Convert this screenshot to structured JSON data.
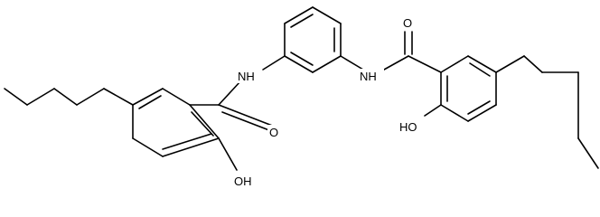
{
  "molecule": {
    "atom_labels": {
      "o_left_carbonyl": "O",
      "nh_left": "NH",
      "oh_left": "OH",
      "o_right_carbonyl": "O",
      "nh_right": "NH",
      "oh_right": "HO"
    },
    "colors": {
      "bond": "#000000",
      "label": "#000000",
      "background": "#ffffff"
    }
  }
}
